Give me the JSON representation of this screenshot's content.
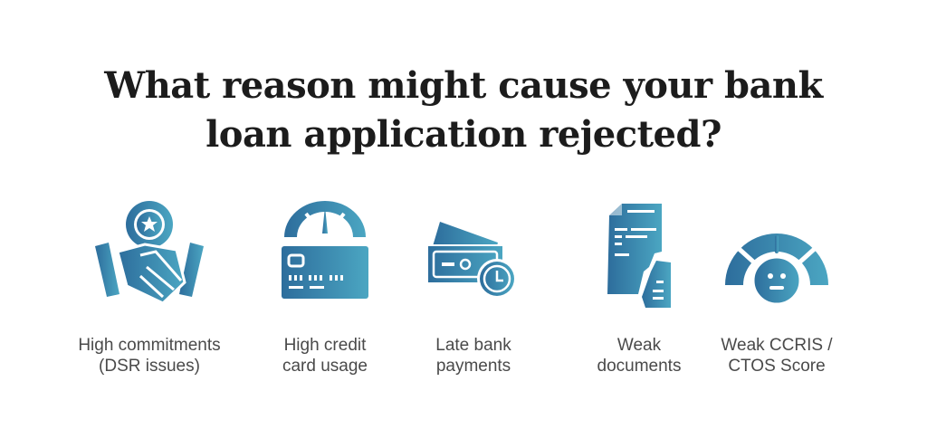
{
  "title": {
    "line1": "What reason might cause your bank",
    "line2": "loan application rejected?"
  },
  "colors": {
    "icon_dark": "#2d6d9c",
    "icon_light": "#4ba6c2",
    "title": "#1c1c1c",
    "caption": "#4a4a4a"
  },
  "reasons": [
    {
      "icon": "handshake-award-icon",
      "line1": "High commitments",
      "line2": "(DSR issues)"
    },
    {
      "icon": "credit-card-gauge-icon",
      "line1": "High credit",
      "line2": "card usage"
    },
    {
      "icon": "money-clock-icon",
      "line1": "Late bank",
      "line2": "payments"
    },
    {
      "icon": "torn-document-icon",
      "line1": "Weak",
      "line2": "documents"
    },
    {
      "icon": "score-gauge-icon",
      "line1": "Weak CCRIS /",
      "line2": "CTOS Score"
    }
  ]
}
